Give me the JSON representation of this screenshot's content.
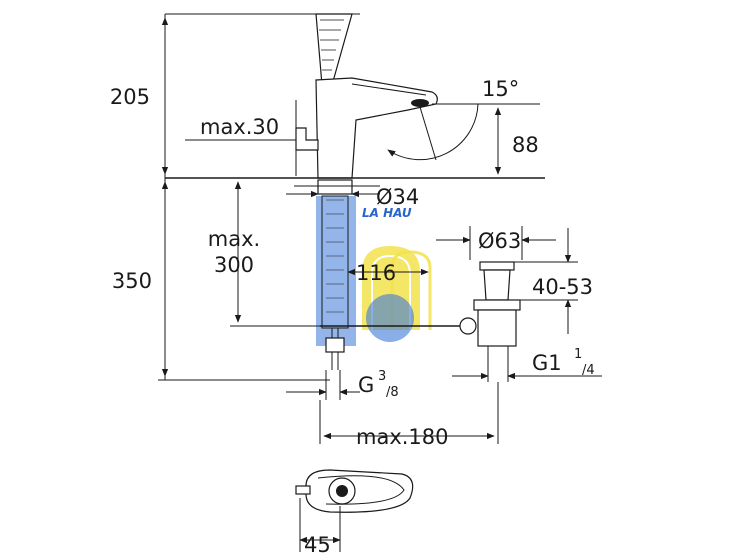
{
  "dimensions": {
    "height_total": "205",
    "angle": "15°",
    "height_spout": "88",
    "max_30": "max.30",
    "diameter_34": "Ø34",
    "max_300_line1": "max.",
    "max_300_line2": "300",
    "height_350": "350",
    "reach_116": "116",
    "diameter_63": "Ø63",
    "range_40_53": "40-53",
    "thread_g_base": "G",
    "thread_g_sup": "3",
    "thread_g_sub": "/8",
    "thread_g114_base": "G1",
    "thread_g114_sup": "1",
    "thread_g114_sub": "/4",
    "max_180": "max.180",
    "width_45": "45"
  },
  "watermark": {
    "text": "LA HAU",
    "colors": {
      "blue": "#3c78d8",
      "yellow": "#f2e24b"
    }
  }
}
